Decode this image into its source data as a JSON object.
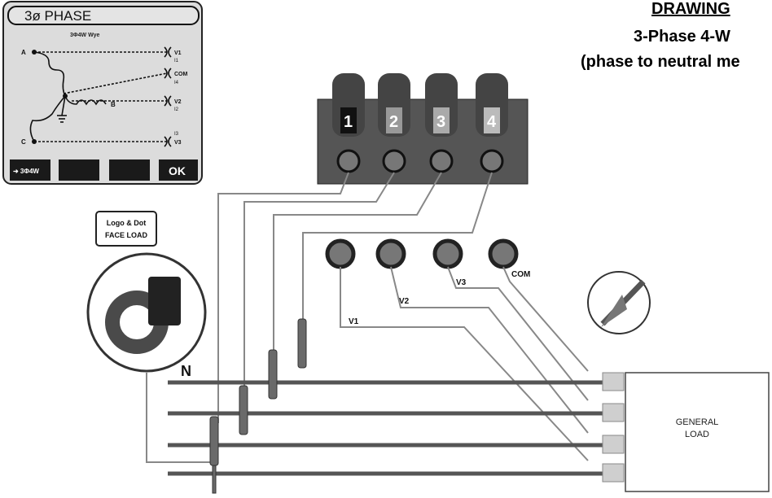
{
  "header": {
    "drawing_label": "DRAWING",
    "config_label": "3-Phase 4-W",
    "note": "(phase to neutral me"
  },
  "screen": {
    "phase_title": "3ø   PHASE",
    "subtitle": "3Φ4W Wye",
    "node_a": "A",
    "node_b": "B",
    "node_c": "C",
    "v1": "V1",
    "i1": "I1",
    "com": "COM",
    "i4": "I4",
    "v2": "V2",
    "i2": "I2",
    "i3": "I3",
    "v3": "V3",
    "btn_mode": "➜ 3Φ4W",
    "btn_ok": "OK"
  },
  "current_inputs": [
    "1",
    "2",
    "3",
    "4"
  ],
  "voltage_labels": {
    "v1": "V1",
    "v2": "V2",
    "v3": "V3",
    "com": "COM"
  },
  "clamp_note": {
    "line1": "Logo & Dot",
    "line2": "FACE LOAD"
  },
  "neutral_label": "N",
  "load": {
    "line1": "GENERAL",
    "line2": "LOAD"
  },
  "colors": {
    "line": "#333333",
    "screen_bg": "#d8d8d8",
    "panel": "#555555",
    "button": "#1a1a1a"
  }
}
